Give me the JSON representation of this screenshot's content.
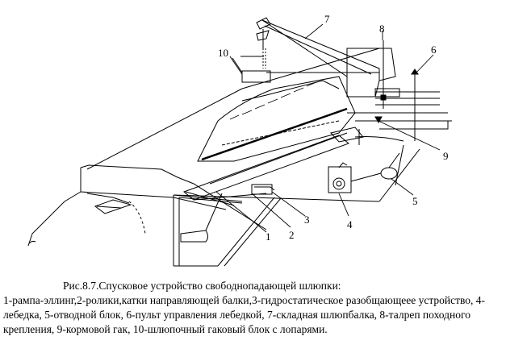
{
  "figure": {
    "callouts": [
      "1",
      "2",
      "3",
      "4",
      "5",
      "6",
      "7",
      "8",
      "9",
      "10"
    ]
  },
  "caption": {
    "title": "Рис.8.7.Спусковое устройство свободнопадающей шлюпки:",
    "body": "1-рампа-эллинг,2-ролики,катки направляющей балки,3-гидростатическое разобщающееe устройство, 4-лебедка, 5-отводной блок, 6-пульт управления лебедкой, 7-складная шлюпбалка, 8-талреп походного крепления, 9-кормовой гак, 10-шлюпочный гаковый блок с лопарями."
  }
}
